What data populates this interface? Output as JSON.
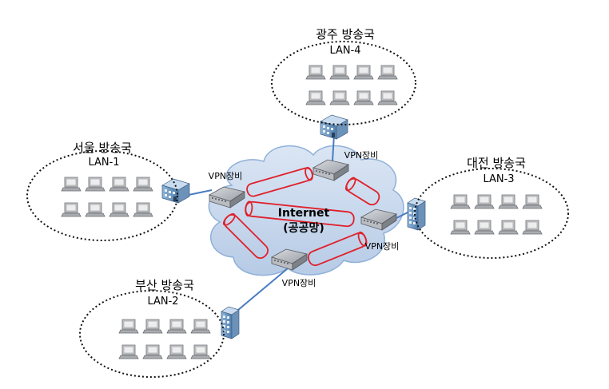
{
  "sites": [
    {
      "key": "gwangju",
      "name": "광주 방송국",
      "lan": "LAN-4"
    },
    {
      "key": "seoul",
      "name": "서울 방송국",
      "lan": "LAN-1"
    },
    {
      "key": "daejeon",
      "name": "대전 방송국",
      "lan": "LAN-3"
    },
    {
      "key": "busan",
      "name": "부산 방송국",
      "lan": "LAN-2"
    }
  ],
  "vpn_label": "VPN장비",
  "internet": {
    "line1": "Internet",
    "line2": "(공공망)"
  },
  "colors": {
    "cloud_fill": "#c9d9ee",
    "cloud_stroke": "#8fb0d9",
    "tunnel": "#e0202a",
    "link": "#4a7cc0",
    "router_body": "#8a8f96"
  }
}
